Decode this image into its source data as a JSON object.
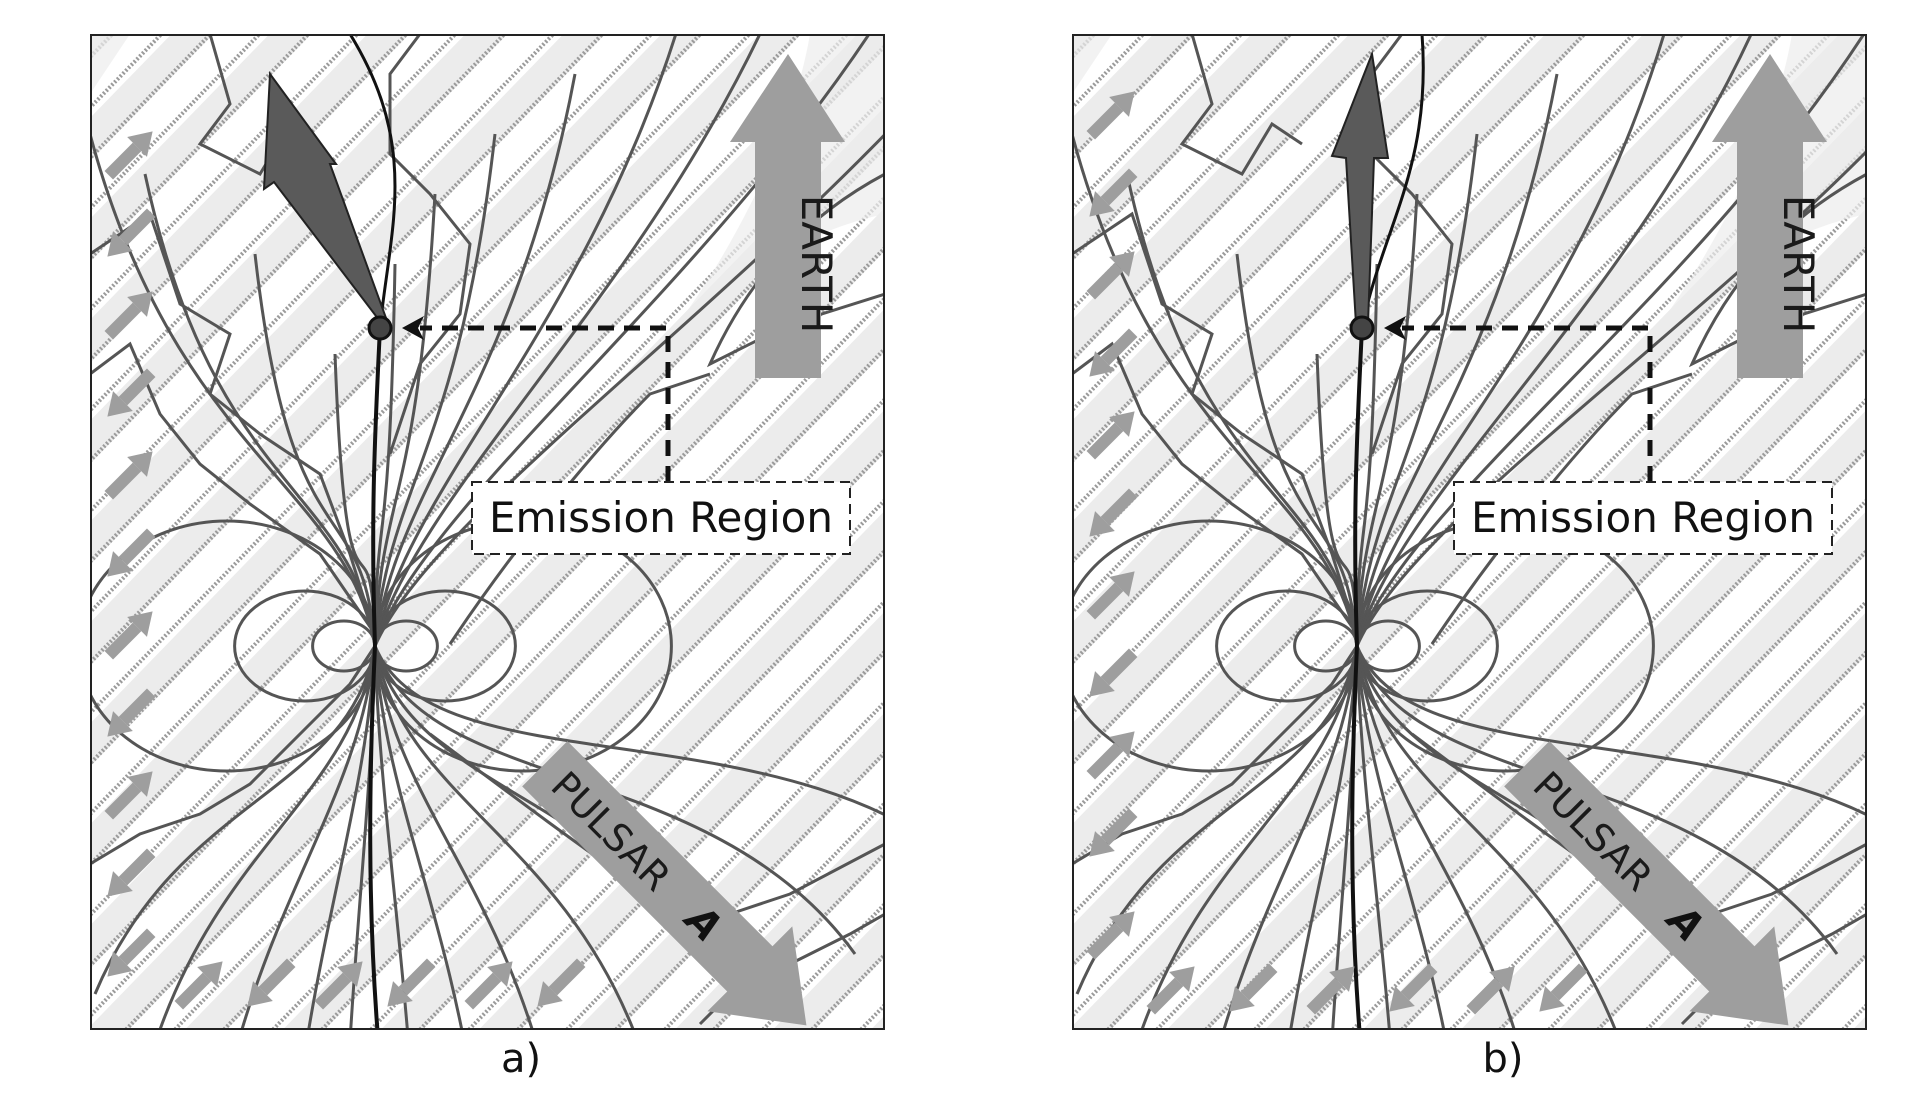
{
  "panels": [
    {
      "id": "a",
      "caption": "a)",
      "emission_label": "Emission Region",
      "earth_label": "EARTH",
      "pulsar_label": "PULSAR",
      "pulsar_letter": "A"
    },
    {
      "id": "b",
      "caption": "b)",
      "emission_label": "Emission Region",
      "earth_label": "EARTH",
      "pulsar_label": "PULSAR",
      "pulsar_letter": "A"
    }
  ],
  "colors": {
    "band_fill": "#ececec",
    "hatch_line": "#9b9b9b",
    "field_line": "#555555",
    "open_field_line": "#111111",
    "arrow_gray": "#9e9e9e",
    "pointer_arrow": "#5a5a5a"
  }
}
